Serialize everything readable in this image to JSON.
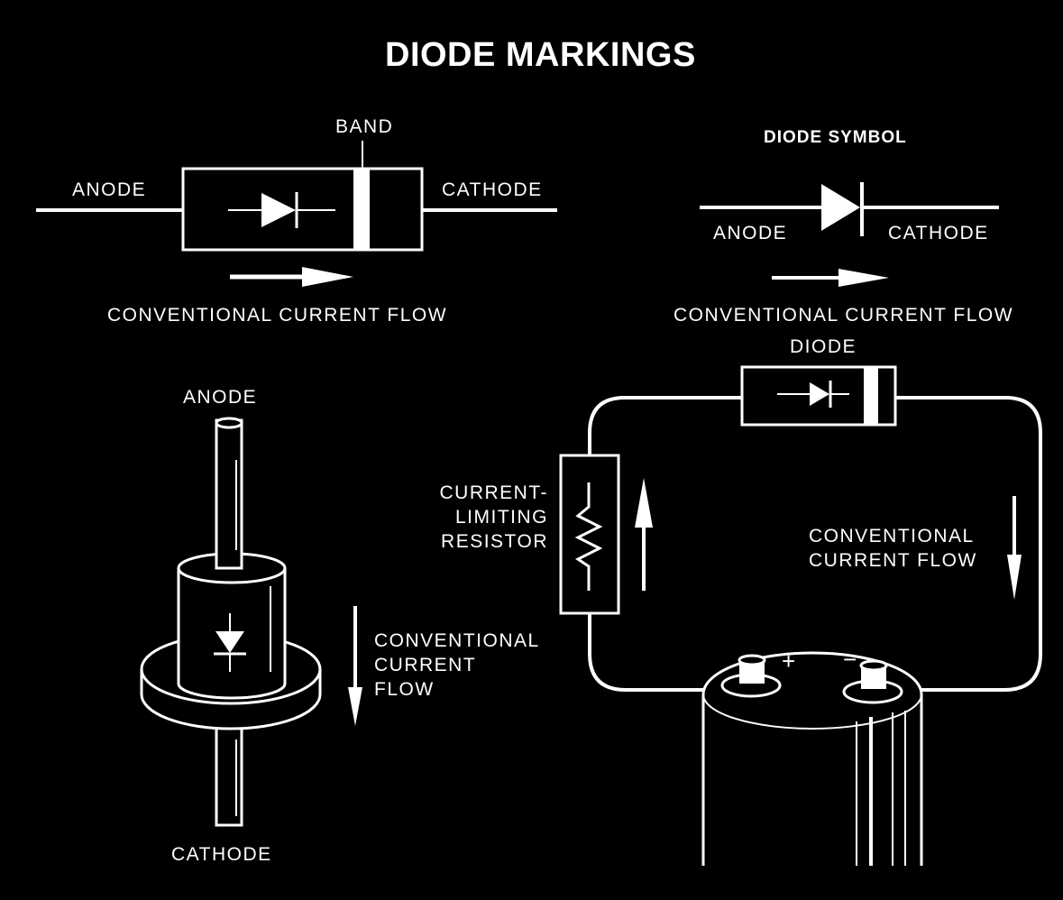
{
  "title": "DIODE MARKINGS",
  "physical_diode": {
    "band_label": "BAND",
    "anode_label": "ANODE",
    "cathode_label": "CATHODE",
    "flow_label": "CONVENTIONAL CURRENT FLOW"
  },
  "symbol_panel": {
    "heading": "DIODE SYMBOL",
    "anode_label": "ANODE",
    "cathode_label": "CATHODE",
    "flow_label": "CONVENTIONAL CURRENT FLOW"
  },
  "stud_diode": {
    "anode_label": "ANODE",
    "cathode_label": "CATHODE",
    "flow_label": "CONVENTIONAL\nCURRENT\nFLOW"
  },
  "circuit": {
    "diode_label": "DIODE",
    "resistor_label": "CURRENT-\nLIMITING\nRESISTOR",
    "flow_label": "CONVENTIONAL\nCURRENT FLOW",
    "plus_sign": "+",
    "minus_sign": "−"
  },
  "colors": {
    "background": "#000000",
    "foreground": "#ffffff"
  }
}
